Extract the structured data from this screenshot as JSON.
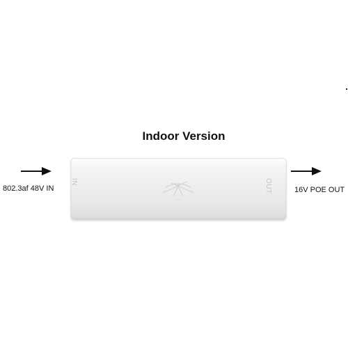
{
  "title": "Indoor Version",
  "input": {
    "label": "802.3af 48V IN",
    "port_label": "IN"
  },
  "output": {
    "label": "16V POE OUT",
    "port_label": "OUT"
  },
  "device": {
    "logo_icon": "ubiquiti-dish-logo-icon",
    "body_color": "#ececec"
  },
  "colors": {
    "text": "#111111",
    "port_text": "#c4c4c4",
    "arrow": "#111111"
  }
}
